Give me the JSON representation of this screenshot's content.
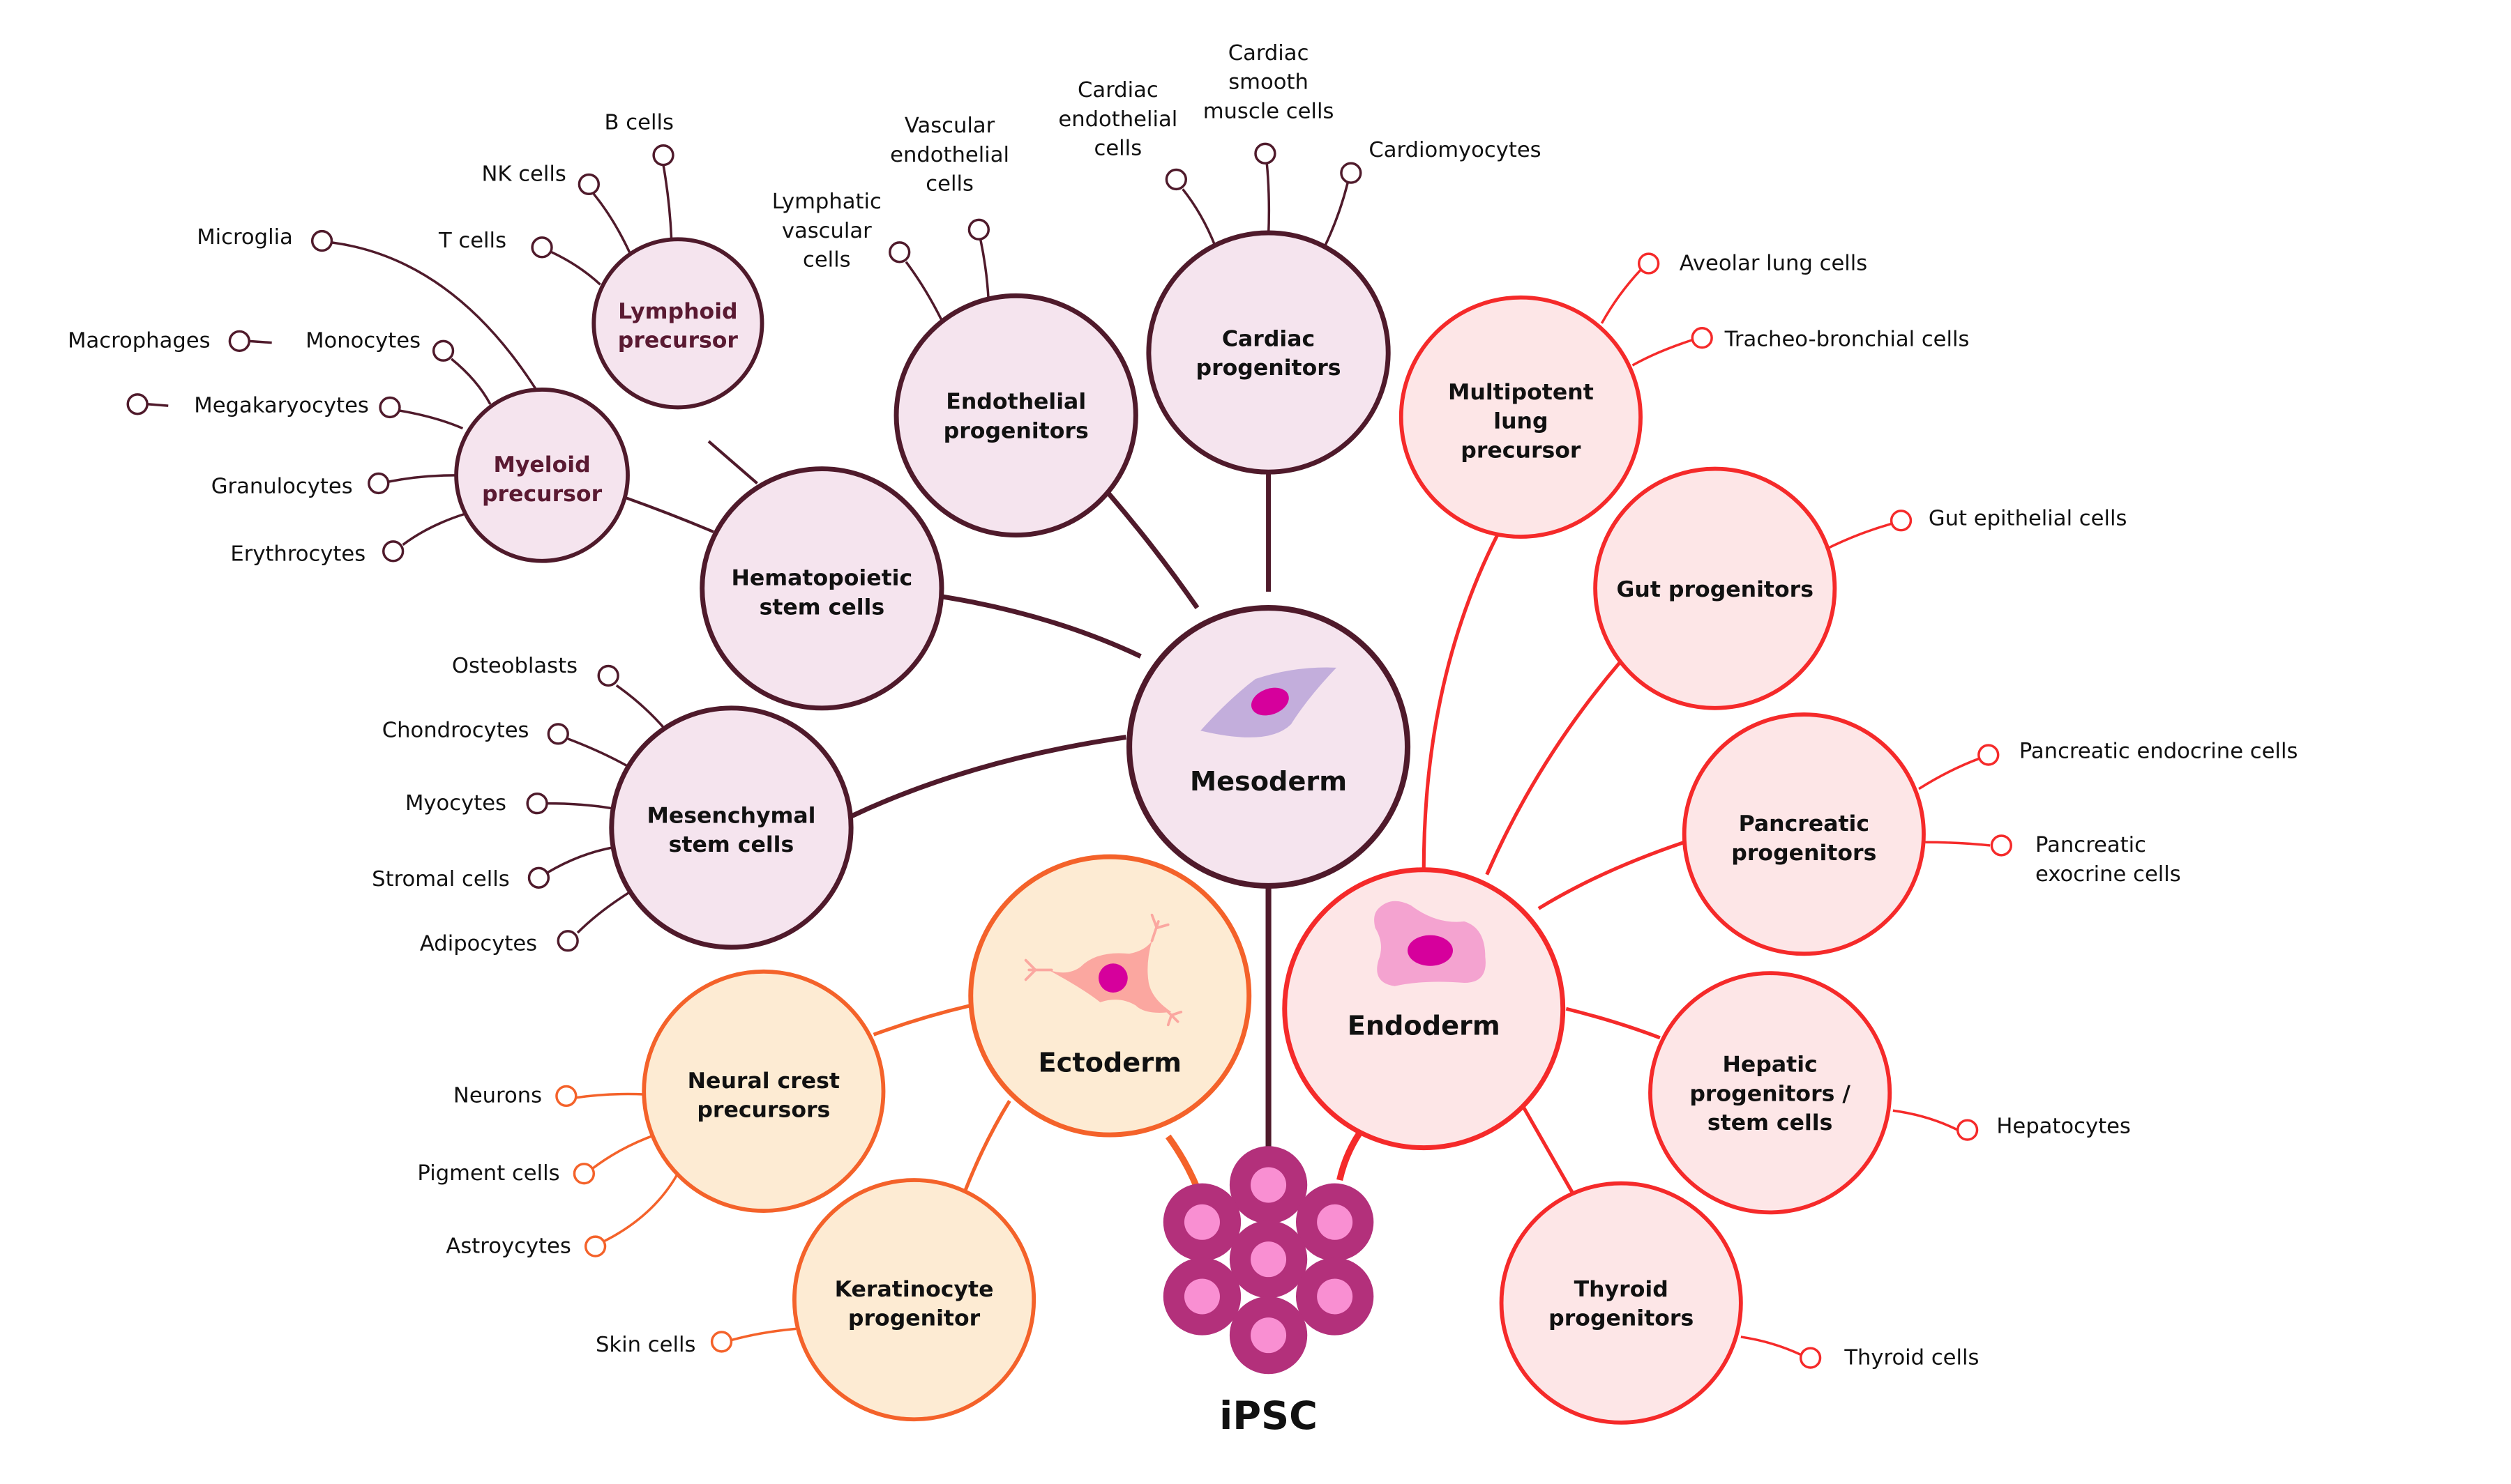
{
  "colors": {
    "mesoderm_stroke": "#4f1a2b",
    "mesoderm_fill": "#f5e4ee",
    "endoderm_stroke": "#f52a2a",
    "endoderm_fill": "#fde6e7",
    "ectoderm_stroke": "#f4622a",
    "ectoderm_fill": "#fdebd3",
    "nucleus": "#d6009c",
    "ipsc_outer": "#b3307b",
    "ipsc_inner": "#f98fd2"
  },
  "root": {
    "label": "iPSC"
  },
  "germ_layers": {
    "mesoderm": {
      "label": "Mesoderm",
      "icon": "mesoderm-cell-icon"
    },
    "endoderm": {
      "label": "Endoderm",
      "icon": "endoderm-cell-icon"
    },
    "ectoderm": {
      "label": "Ectoderm",
      "icon": "neuron-cell-icon"
    }
  },
  "mesoderm_nodes": {
    "hematopoietic": {
      "lines": [
        "Hematopoietic",
        "stem cells"
      ]
    },
    "mesenchymal": {
      "lines": [
        "Mesenchymal",
        "stem cells"
      ]
    },
    "endothelial": {
      "lines": [
        "Endothelial",
        "progenitors"
      ]
    },
    "cardiac": {
      "lines": [
        "Cardiac",
        "progenitors"
      ]
    },
    "lymphoid": {
      "lines": [
        "Lymphoid",
        "precursor"
      ]
    },
    "myeloid": {
      "lines": [
        "Myeloid",
        "precursor"
      ]
    }
  },
  "mesoderm_leaves": {
    "b_cells": "B cells",
    "nk_cells": "NK cells",
    "t_cells": "T cells",
    "microglia": "Microglia",
    "macrophages": "Macrophages",
    "monocytes": "Monocytes",
    "megakaryocytes": "Megakaryocytes",
    "granulocytes": "Granulocytes",
    "erythrocytes": "Erythrocytes",
    "osteoblasts": "Osteoblasts",
    "chondrocytes": "Chondrocytes",
    "myocytes": "Myocytes",
    "stromal": "Stromal cells",
    "adipocytes": "Adipocytes",
    "lymphatic": [
      "Lymphatic",
      "vascular",
      "cells"
    ],
    "vascular_endo": [
      "Vascular",
      "endothelial",
      "cells"
    ],
    "cardiac_endo": [
      "Cardiac",
      "endothelial",
      "cells"
    ],
    "cardiac_smooth": [
      "Cardiac",
      "smooth",
      "muscle cells"
    ],
    "cardiomyocytes": "Cardiomyocytes"
  },
  "endoderm_nodes": {
    "lung": {
      "lines": [
        "Multipotent",
        "lung",
        "precursor"
      ]
    },
    "gut": {
      "lines": [
        "Gut progenitors"
      ]
    },
    "pancreatic": {
      "lines": [
        "Pancreatic",
        "progenitors"
      ]
    },
    "hepatic": {
      "lines": [
        "Hepatic",
        "progenitors /",
        "stem cells"
      ]
    },
    "thyroid": {
      "lines": [
        "Thyroid",
        "progenitors"
      ]
    }
  },
  "endoderm_leaves": {
    "aveolar": "Aveolar lung cells",
    "tracheo": "Tracheo-bronchial cells",
    "gut_epi": "Gut epithelial cells",
    "panc_endo": "Pancreatic endocrine cells",
    "panc_exo": [
      "Pancreatic",
      "exocrine cells"
    ],
    "hepatocytes": "Hepatocytes",
    "thyroid_cells": "Thyroid cells"
  },
  "ectoderm_nodes": {
    "neural_crest": {
      "lines": [
        "Neural crest",
        "precursors"
      ]
    },
    "keratinocyte": {
      "lines": [
        "Keratinocyte",
        "progenitor"
      ]
    }
  },
  "ectoderm_leaves": {
    "neurons": "Neurons",
    "pigment": "Pigment cells",
    "astrocytes": "Astroycytes",
    "skin": "Skin cells"
  }
}
